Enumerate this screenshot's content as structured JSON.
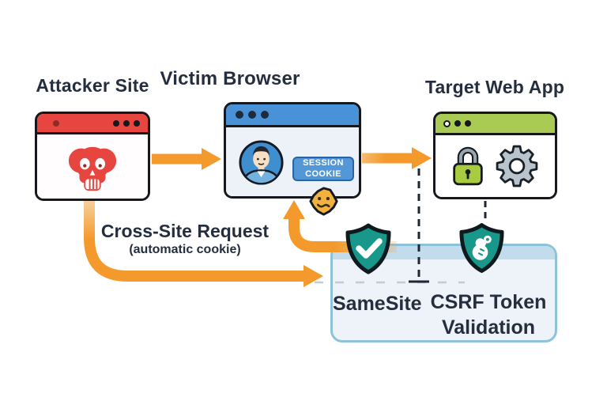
{
  "diagram": {
    "attacker": {
      "title": "Attacker Site"
    },
    "victim": {
      "title": "Victim Browser",
      "badge_line1": "SESSION",
      "badge_line2": "COOKIE"
    },
    "target": {
      "title": "Target Web App"
    },
    "flow": {
      "label": "Cross-Site Request",
      "sublabel": "(automatic cookie)"
    },
    "defenses": {
      "samesite": "SameSite",
      "csrf_line1": "CSRF Token",
      "csrf_line2": "Validation"
    }
  },
  "icons": [
    "skull-icon",
    "user-avatar-icon",
    "cookie-icon",
    "lock-icon",
    "gear-icon",
    "shield-check-icon",
    "shield-key-icon",
    "window-dots"
  ],
  "colors": {
    "arrow_orange": "#f49a2c",
    "arrow_orange_pale": "#f7d2a2",
    "attacker_red": "#e64540",
    "victim_blue": "#4a92d8",
    "target_green": "#a9cb54",
    "shield_teal": "#17988b",
    "panel_border": "#8ec2da",
    "panel_header": "#c3dcec",
    "panel_body": "#edf3f8",
    "badge_blue": "#5397d6",
    "outline_dark": "#16181d",
    "text_dark": "#242e3e"
  }
}
